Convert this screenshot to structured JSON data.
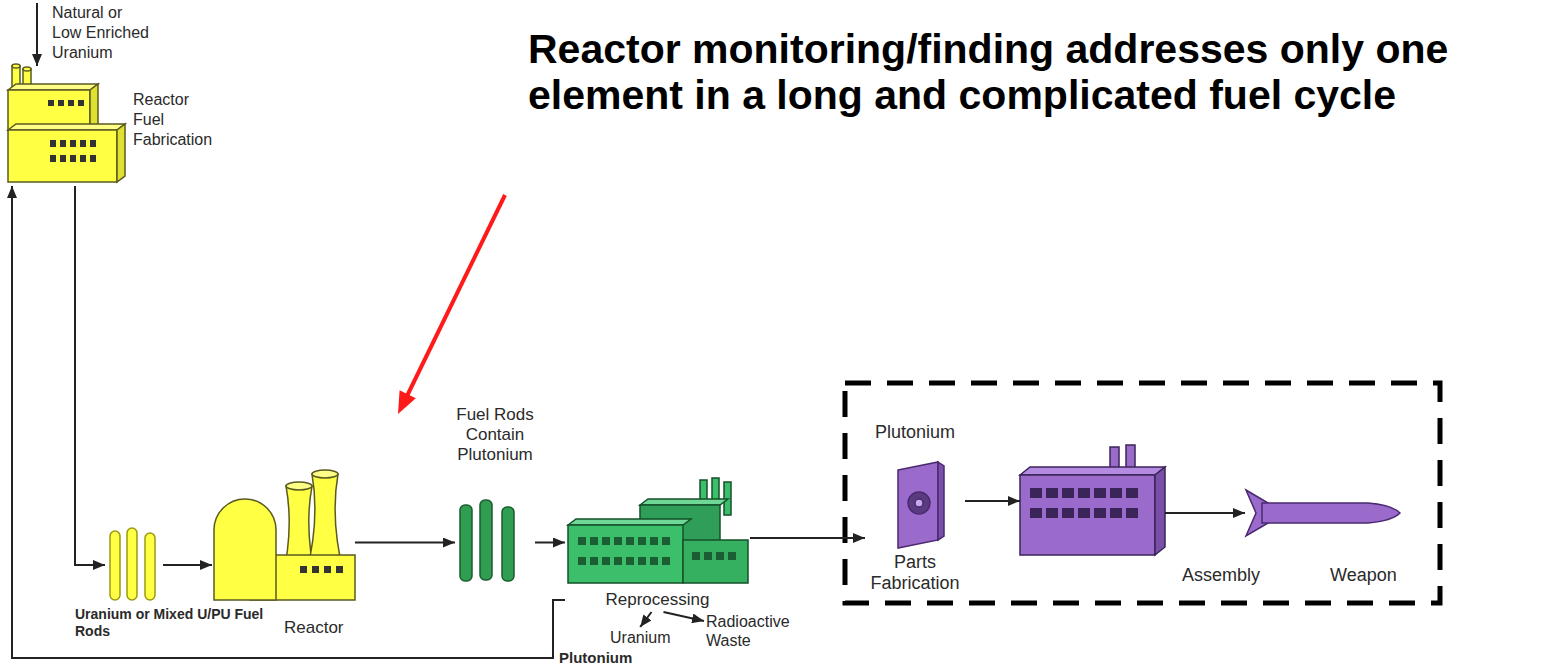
{
  "diagram": {
    "nodes": [
      {
        "text": [
          "Natural or Low Enriched Uranium"
        ]
      },
      {
        "text": [
          "Reactor Fuel Fabrication"
        ]
      },
      {
        "text": [
          "Uranium or Mixed U/PU Fuel Rods"
        ]
      },
      {
        "text": [
          "Reactor"
        ]
      },
      {
        "text": [
          "Fuel Rods Contain Plutonium"
        ]
      },
      {
        "text": [
          "Reprocessing"
        ]
      },
      {
        "text": [
          "Uranium"
        ]
      },
      {
        "text": [
          "Radioactive Waste"
        ]
      },
      {
        "text": [
          "Plutonium",
          "Parts Fabrication"
        ]
      },
      {
        "text": [
          "Assembly"
        ]
      },
      {
        "text": [
          "Weapon"
        ]
      }
    ],
    "edges": [
      {
        "from": 0,
        "to": 1,
        "arrow": "to"
      },
      {
        "from": 1,
        "to": 2,
        "arrow": "to"
      },
      {
        "from": 2,
        "to": 3,
        "arrow": "to"
      },
      {
        "from": 3,
        "to": 4,
        "arrow": "to"
      },
      {
        "from": 4,
        "to": 5,
        "arrow": "to"
      },
      {
        "from": 5,
        "to": 6,
        "arrow": "to"
      },
      {
        "from": 5,
        "to": 7,
        "arrow": "to"
      },
      {
        "from": 5,
        "to": 1,
        "label": "Plutonium",
        "arrow": "to"
      },
      {
        "from": 5,
        "to": 8,
        "arrow": "to"
      },
      {
        "from": 8,
        "to": 9,
        "arrow": "to"
      },
      {
        "from": 9,
        "to": 10,
        "arrow": "to"
      }
    ],
    "labels": [
      "Reactor monitoring/finding addresses only one element in a long and complicated fuel cycle"
    ]
  }
}
